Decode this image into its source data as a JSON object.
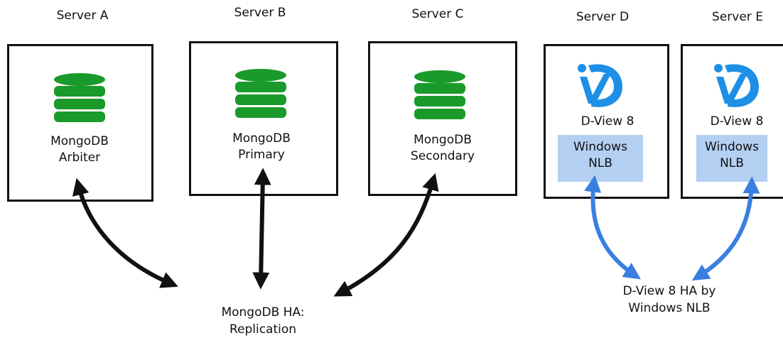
{
  "servers": [
    {
      "title": "Server A",
      "line1": "MongoDB",
      "line2": "Arbiter",
      "icon": "database-icon"
    },
    {
      "title": "Server B",
      "line1": "MongoDB",
      "line2": "Primary",
      "icon": "database-icon"
    },
    {
      "title": "Server C",
      "line1": "MongoDB",
      "line2": "Secondary",
      "icon": "database-icon"
    },
    {
      "title": "Server D",
      "app": "D-View 8",
      "nlb1": "Windows",
      "nlb2": "NLB",
      "icon": "dview-logo-icon"
    },
    {
      "title": "Server E",
      "app": "D-View 8",
      "nlb1": "Windows",
      "nlb2": "NLB",
      "icon": "dview-logo-icon"
    }
  ],
  "mongo_ha": {
    "line1": "MongoDB HA:",
    "line2": "Replication"
  },
  "dview_ha": {
    "line1": "D-View 8 HA by",
    "line2": "Windows NLB"
  },
  "colors": {
    "database": "#1a9a2a",
    "logo": "#1e8fe6",
    "nlb_fill": "#b3cff2",
    "blue_arrow": "#3a7fe0",
    "black_arrow": "#111111"
  }
}
